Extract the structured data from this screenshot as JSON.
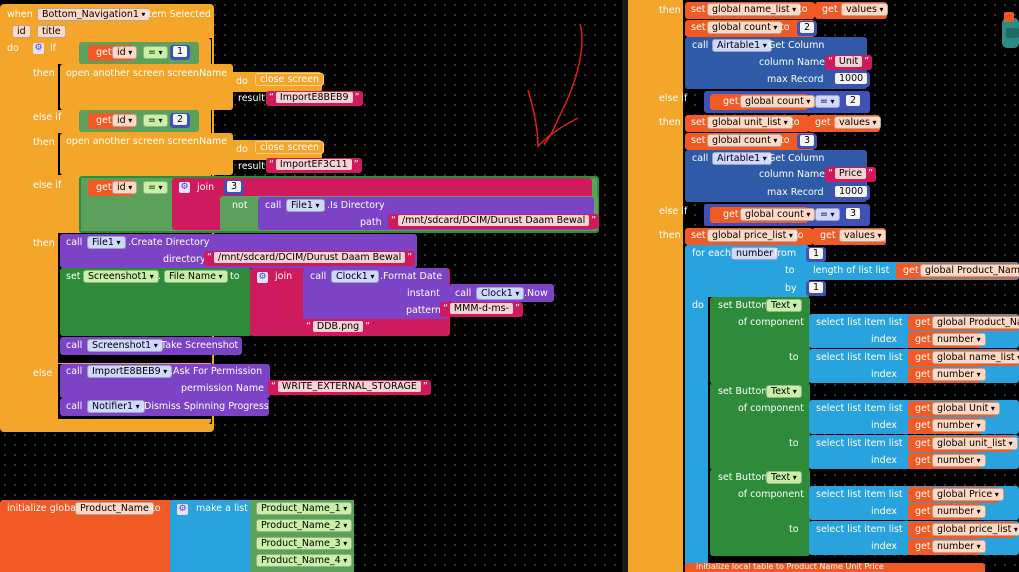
{
  "colors": {
    "event": "#f3a62a",
    "control": "#f3a62a",
    "variable": "#f15a24",
    "math": "#3f51b5",
    "logic": "#5ba05b",
    "text": "#cf1b5e",
    "component": "#2f5aa8",
    "setter": "#2e8b3a",
    "list": "#29a3de",
    "procedure": "#7c43c7"
  },
  "left": {
    "when": "when",
    "component": "Bottom_Navigation1",
    "event": ".Item Selected",
    "params": [
      "id",
      "title"
    ],
    "do": "do",
    "if": "if",
    "then": "then",
    "else_if": "else if",
    "else": "else",
    "get": "get",
    "id": "id",
    "eq": "=",
    "n1": "1",
    "n2": "2",
    "n3": "3",
    "open_screen": "open another screen  screenName",
    "close_screen": "close screen",
    "result": "result",
    "import1": "ImportE8BEB9",
    "import2": "ImportEF3C11",
    "join": "join",
    "not": "not",
    "call": "call",
    "file1": "File1",
    "is_dir": ".Is Directory",
    "path": "path",
    "dir_path": "/mnt/sdcard/DCIM/Durust Daam Bewal",
    "create_dir": ".Create Directory",
    "directory": "directory",
    "set": "set",
    "screenshot1": "Screenshot1",
    "dot": ".",
    "file_name": "File Name",
    "to": "to",
    "clock1": "Clock1",
    "format_date": ".Format Date",
    "instant": "instant",
    "now": ".Now",
    "pattern": "pattern",
    "pattern_val": "MMM-d-ms-",
    "ddb": "DDB.png",
    "take_shot": ".Take Screenshot",
    "ask_perm": ".Ask For Permission",
    "perm_name": "permission Name",
    "perm_val": "WRITE_EXTERNAL_STORAGE",
    "notifier1": "Notifier1",
    "dismiss": ".Dismiss Spinning Progress"
  },
  "init": {
    "label": "initialize global",
    "var": "Product_Name",
    "to": "to",
    "make_list": "make a list",
    "items": [
      "Product_Name_1",
      "Product_Name_2",
      "Product_Name_3",
      "Product_Name_4"
    ]
  },
  "right": {
    "then": "then",
    "set": "set",
    "to": "to",
    "get": "get",
    "values": "values",
    "global_name_list": "global name_list",
    "global_count": "global count",
    "n2": "2",
    "n3": "3",
    "call": "call",
    "airtable1": "Airtable1",
    "get_column": ".Get Column",
    "column_name": "column Name",
    "max_record": "max Record",
    "unit": "Unit",
    "price": "Price",
    "n1000": "1000",
    "else_if": "else if",
    "eq": "=",
    "global_unit_list": "global unit_list",
    "global_price_list": "global price_list",
    "for_each": "for each",
    "number": "number",
    "from": "from",
    "n1": "1",
    "by": "by",
    "length_of_list": "length of list  list",
    "global_product_name": "global Product_Name",
    "do": "do",
    "set_button": "set Button.",
    "text": "Text",
    "of_component": "of component",
    "select_list_item": "select list item  list",
    "index": "index",
    "global_product_nar": "global Product_Nar",
    "global_name_list2": "global name_list",
    "global_unit": "global Unit",
    "global_unit_list2": "global unit_list",
    "global_price": "global Price",
    "global_price_list2": "global price_list",
    "bottom_cut": "initialize local  table  to     Product Name Unit Price"
  }
}
